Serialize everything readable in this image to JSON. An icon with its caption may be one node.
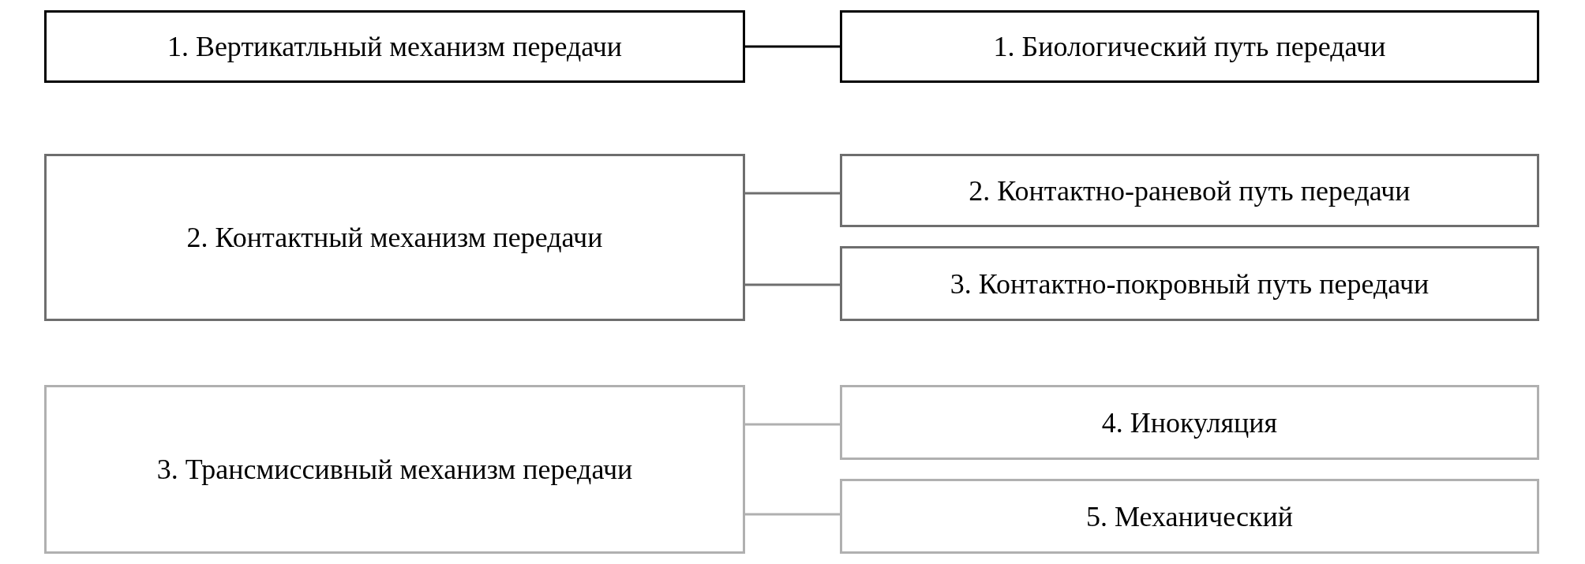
{
  "diagram": {
    "nodes": [
      {
        "text": [
          "1. Вертикатльный механизм передачи"
        ]
      },
      {
        "text": [
          "1. Биологический путь передачи"
        ]
      },
      {
        "text": [
          "2. Контактный механизм передачи"
        ]
      },
      {
        "text": [
          "2. Контактно-раневой путь передачи"
        ]
      },
      {
        "text": [
          "3. Контактно-покровный путь передачи"
        ]
      },
      {
        "text": [
          "3. Трансмиссивный механизм передачи"
        ]
      },
      {
        "text": [
          "4. Инокуляция"
        ]
      },
      {
        "text": [
          "5. Механический"
        ]
      }
    ],
    "edges": [
      {
        "from": 0,
        "to": 1,
        "arrow": "none",
        "color": "#000000"
      },
      {
        "from": 2,
        "to": 3,
        "arrow": "none",
        "color": "#6e6e6e"
      },
      {
        "from": 2,
        "to": 4,
        "arrow": "none",
        "color": "#6e6e6e"
      },
      {
        "from": 5,
        "to": 6,
        "arrow": "none",
        "color": "#b0b0b0"
      },
      {
        "from": 5,
        "to": 7,
        "arrow": "none",
        "color": "#b0b0b0"
      }
    ]
  }
}
